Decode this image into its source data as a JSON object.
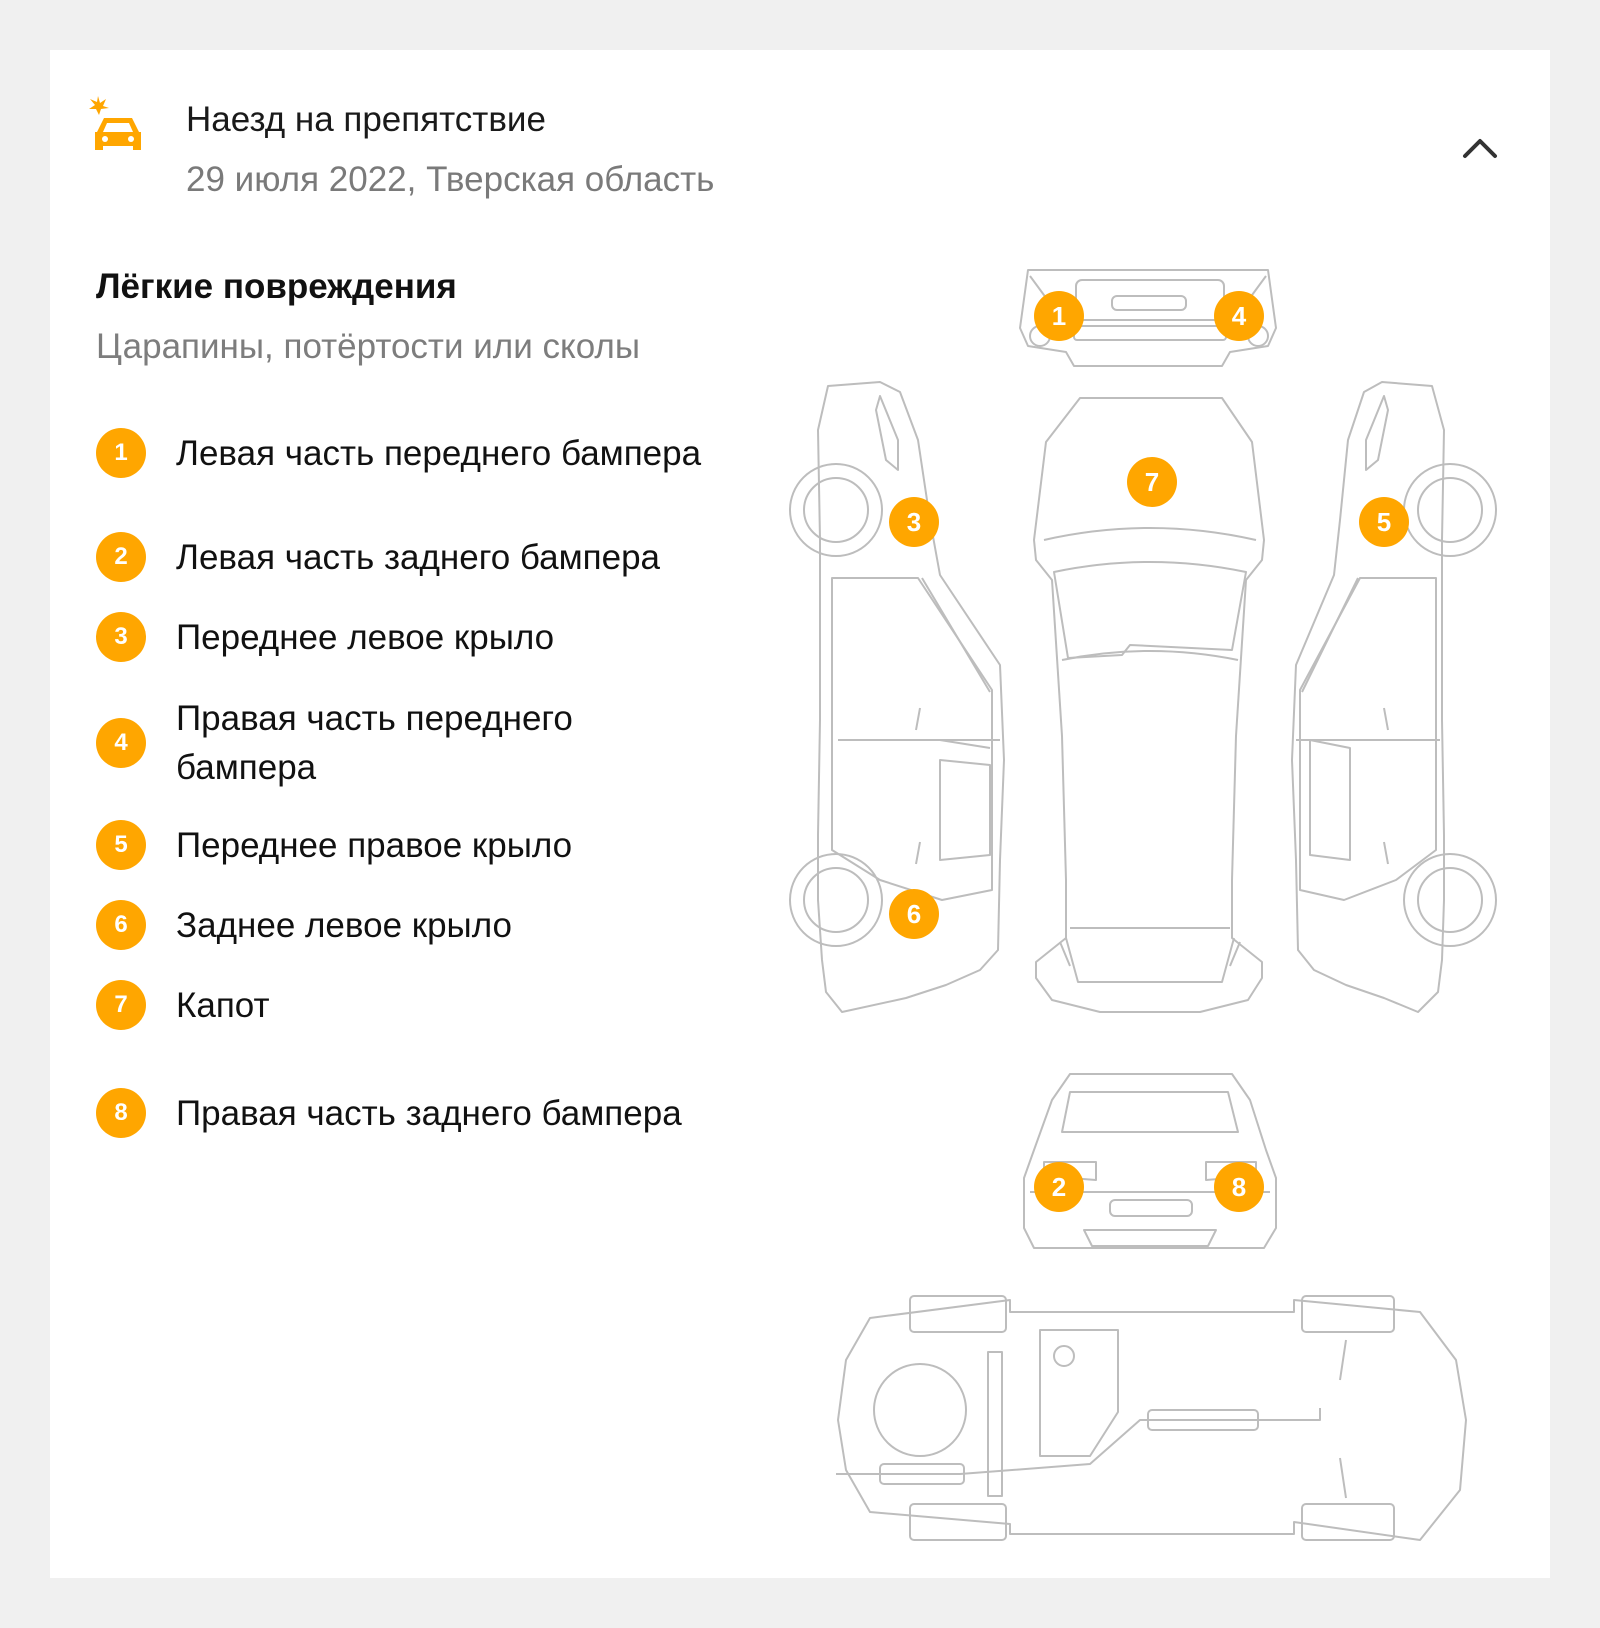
{
  "incident": {
    "title": "Наезд на препятствие",
    "subtitle": "29 июля 2022, Тверская область",
    "icon": "car-crash-icon",
    "accent_color": "#ffa600"
  },
  "collapse": {
    "icon": "chevron-up-icon"
  },
  "damage": {
    "severity_title": "Лёгкие повреждения",
    "severity_description": "Царапины, потёртости или сколы",
    "items": [
      {
        "num": "1",
        "label": "Левая часть переднего бампера"
      },
      {
        "num": "2",
        "label": "Левая часть заднего бампера"
      },
      {
        "num": "3",
        "label": "Переднее левое крыло"
      },
      {
        "num": "4",
        "label": "Правая часть переднего бампера"
      },
      {
        "num": "5",
        "label": "Переднее правое крыло"
      },
      {
        "num": "6",
        "label": "Заднее левое крыло"
      },
      {
        "num": "7",
        "label": "Капот"
      },
      {
        "num": "8",
        "label": "Правая часть заднего бампера"
      }
    ]
  }
}
